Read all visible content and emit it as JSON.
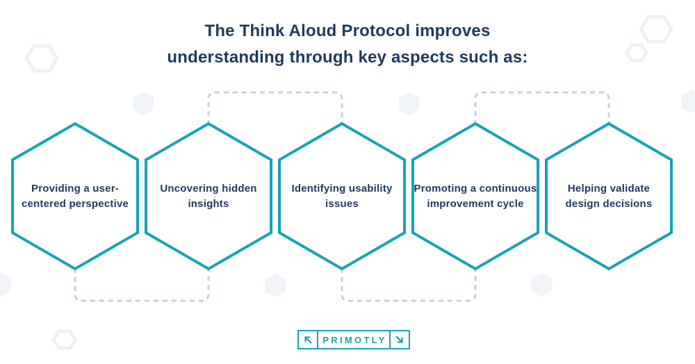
{
  "title": "The Think Aloud Protocol improves\nunderstanding through key aspects such as:",
  "hexagons": [
    {
      "label": "Providing a user-\ncentered perspective"
    },
    {
      "label": "Uncovering hidden\ninsights"
    },
    {
      "label": "Identifying usability\nissues"
    },
    {
      "label": "Promoting a continuous\nimprovement cycle"
    },
    {
      "label": "Helping validate\ndesign decisions"
    }
  ],
  "logo": {
    "text": "PRIMOTLY",
    "left_icon": "arrow-up-left",
    "right_icon": "arrow-down-right"
  },
  "colors": {
    "teal": "#16A3B5",
    "navy": "#203A5E",
    "dashed": "#C4CFE4",
    "faint_fill": "#F0F3F8",
    "faint_stroke": "#ECF0F7",
    "background": "#FFFFFF"
  }
}
